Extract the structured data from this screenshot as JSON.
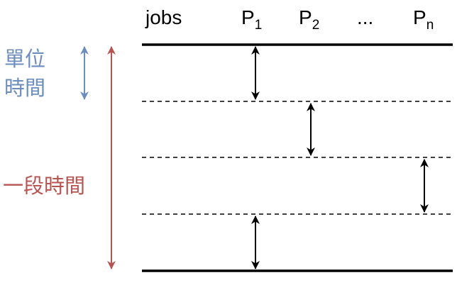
{
  "header": {
    "jobs_label": "jobs",
    "p1_base": "P",
    "p1_sub": "1",
    "p2_base": "P",
    "p2_sub": "2",
    "ellipsis": "...",
    "pn_base": "P",
    "pn_sub": "n"
  },
  "labels": {
    "unit_time_line1": "單位",
    "unit_time_line2": "時間",
    "period_of_time": "一段時間"
  },
  "colors": {
    "unit_time": "#6c8ebf",
    "period": "#b85450",
    "lines": "#000000"
  }
}
